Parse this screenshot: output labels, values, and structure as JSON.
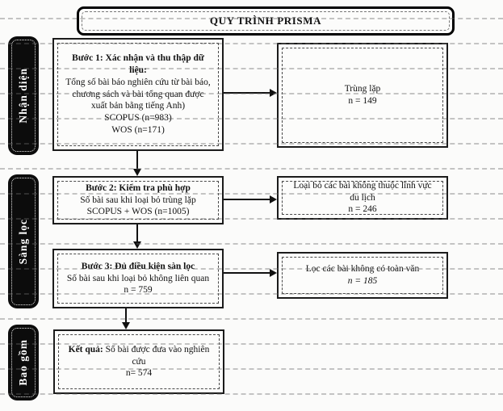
{
  "title": "QUY TRÌNH PRISMA",
  "colors": {
    "ink": "#111111",
    "paper": "#fbfbfa"
  },
  "sidebar": {
    "identification": "Nhận diện",
    "screening": "Sàng lọc",
    "included": "Bao gồm"
  },
  "boxes": {
    "step1": {
      "heading": "Bước 1: Xác nhận và thu thập dữ liệu:",
      "body": "Tổng số bài báo nghiên cứu từ bài báo, chương sách và bài tổng quan được xuất bản bằng tiếng Anh)",
      "line1": "SCOPUS (n=983)",
      "line2": "WOS (n=171)"
    },
    "step2": {
      "heading": "Bước 2: Kiểm tra phù hợp",
      "body": "Số bài sau khi loại bỏ trùng lặp",
      "line1": "SCOPUS + WOS (n=1005)"
    },
    "step3": {
      "heading": "Bước 3: Đủ điều kiện sàn lọc",
      "body": "Số bài sau khi loại bỏ không liên quan",
      "line1": "n = 759"
    },
    "result": {
      "heading": "Kết quả:",
      "body": "Số bài được đưa vào nghiên cứu",
      "line1": "n= 574"
    },
    "duplicates": {
      "line1": "Trùng lặp",
      "line2": "n = 149"
    },
    "excluded_field": {
      "line1": "Loại bỏ các bài không thuộc lĩnh vực du lịch",
      "line2": "n = 246"
    },
    "excluded_fulltext": {
      "line1": "Lọc các bài không có toàn văn",
      "line2": "n = 185"
    }
  }
}
